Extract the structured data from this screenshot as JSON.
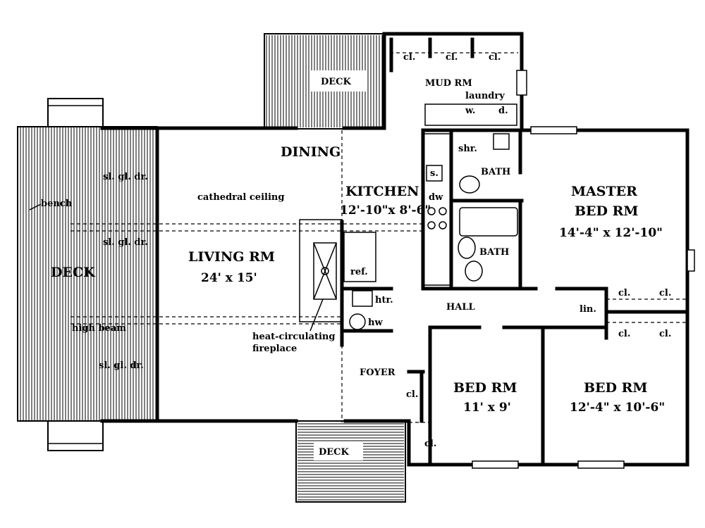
{
  "rooms": {
    "deck_left": "DECK",
    "deck_top": "DECK",
    "deck_bottom": "DECK",
    "mud_rm": "MUD RM",
    "laundry": "laundry",
    "washer": "w.",
    "dryer": "d.",
    "dining": "DINING",
    "kitchen": "KITCHEN",
    "kitchen_dim": "12'-10\"x 8'-6\"",
    "living": "LIVING RM",
    "living_dim": "24' x 15'",
    "cathedral": "cathedral ceiling",
    "master_1": "MASTER",
    "master_2": "BED RM",
    "master_dim": "14'-4\" x 12'-10\"",
    "bath_upper": "BATH",
    "bath_lower": "BATH",
    "shower": "shr.",
    "sink": "s.",
    "dishwasher": "dw",
    "ref": "ref.",
    "heater": "htr.",
    "hot_water": "hw",
    "hall": "HALL",
    "foyer": "FOYER",
    "bed2": "BED RM",
    "bed2_dim": "11' x 9'",
    "bed3": "BED RM",
    "bed3_dim": "12'-4\" x 10'-6\"",
    "linen": "lin."
  },
  "notes": {
    "bench": "bench",
    "slider1": "sl. gl. dr.",
    "slider2": "sl. gl. dr.",
    "slider3": "sl. gl. dr.",
    "high_beam": "high beam",
    "fireplace_1": "heat-circulating",
    "fireplace_2": "fireplace"
  },
  "closets": {
    "mud1": "cl.",
    "mud2": "cl.",
    "mud3": "cl.",
    "master1": "cl.",
    "master2": "cl.",
    "bed3a": "cl.",
    "bed3b": "cl.",
    "foyer": "cl.",
    "bed2": "cl."
  }
}
